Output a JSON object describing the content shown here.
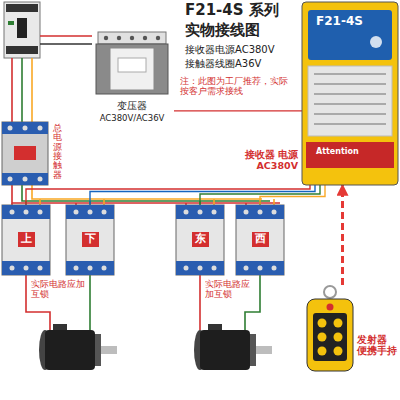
{
  "diagram": {
    "title": "F21-4S 系列",
    "nodes": [
      {
        "text": [
          "总电源接触器"
        ]
      },
      {
        "text": [
          "变压器",
          "AC380V/AC36V"
        ]
      },
      {
        "text": [
          "接收器 电源AC380V",
          "F21-4S"
        ]
      },
      {
        "text": [
          "上"
        ]
      },
      {
        "text": [
          "下"
        ]
      },
      {
        "text": [
          "东"
        ]
      },
      {
        "text": [
          "西"
        ]
      },
      {
        "text": [
          "发射器 便携手持"
        ]
      }
    ],
    "edges": [
      {
        "from": 1,
        "to": 2,
        "arrow": "none"
      },
      {
        "from": 2,
        "to": 3,
        "arrow": "none"
      },
      {
        "from": 2,
        "to": 4,
        "arrow": "none"
      },
      {
        "from": 2,
        "to": 5,
        "arrow": "none"
      },
      {
        "from": 2,
        "to": 6,
        "arrow": "none"
      },
      {
        "from": 7,
        "to": 2,
        "arrow": "to"
      }
    ],
    "labels": [
      "实物接线图",
      "接收器电源AC380V",
      "接触器线圈A36V",
      "注：此图为工厂推荐，实际按客户需求接线",
      "Attention",
      "实际电路应加互锁",
      "实际电路应加互锁"
    ]
  }
}
